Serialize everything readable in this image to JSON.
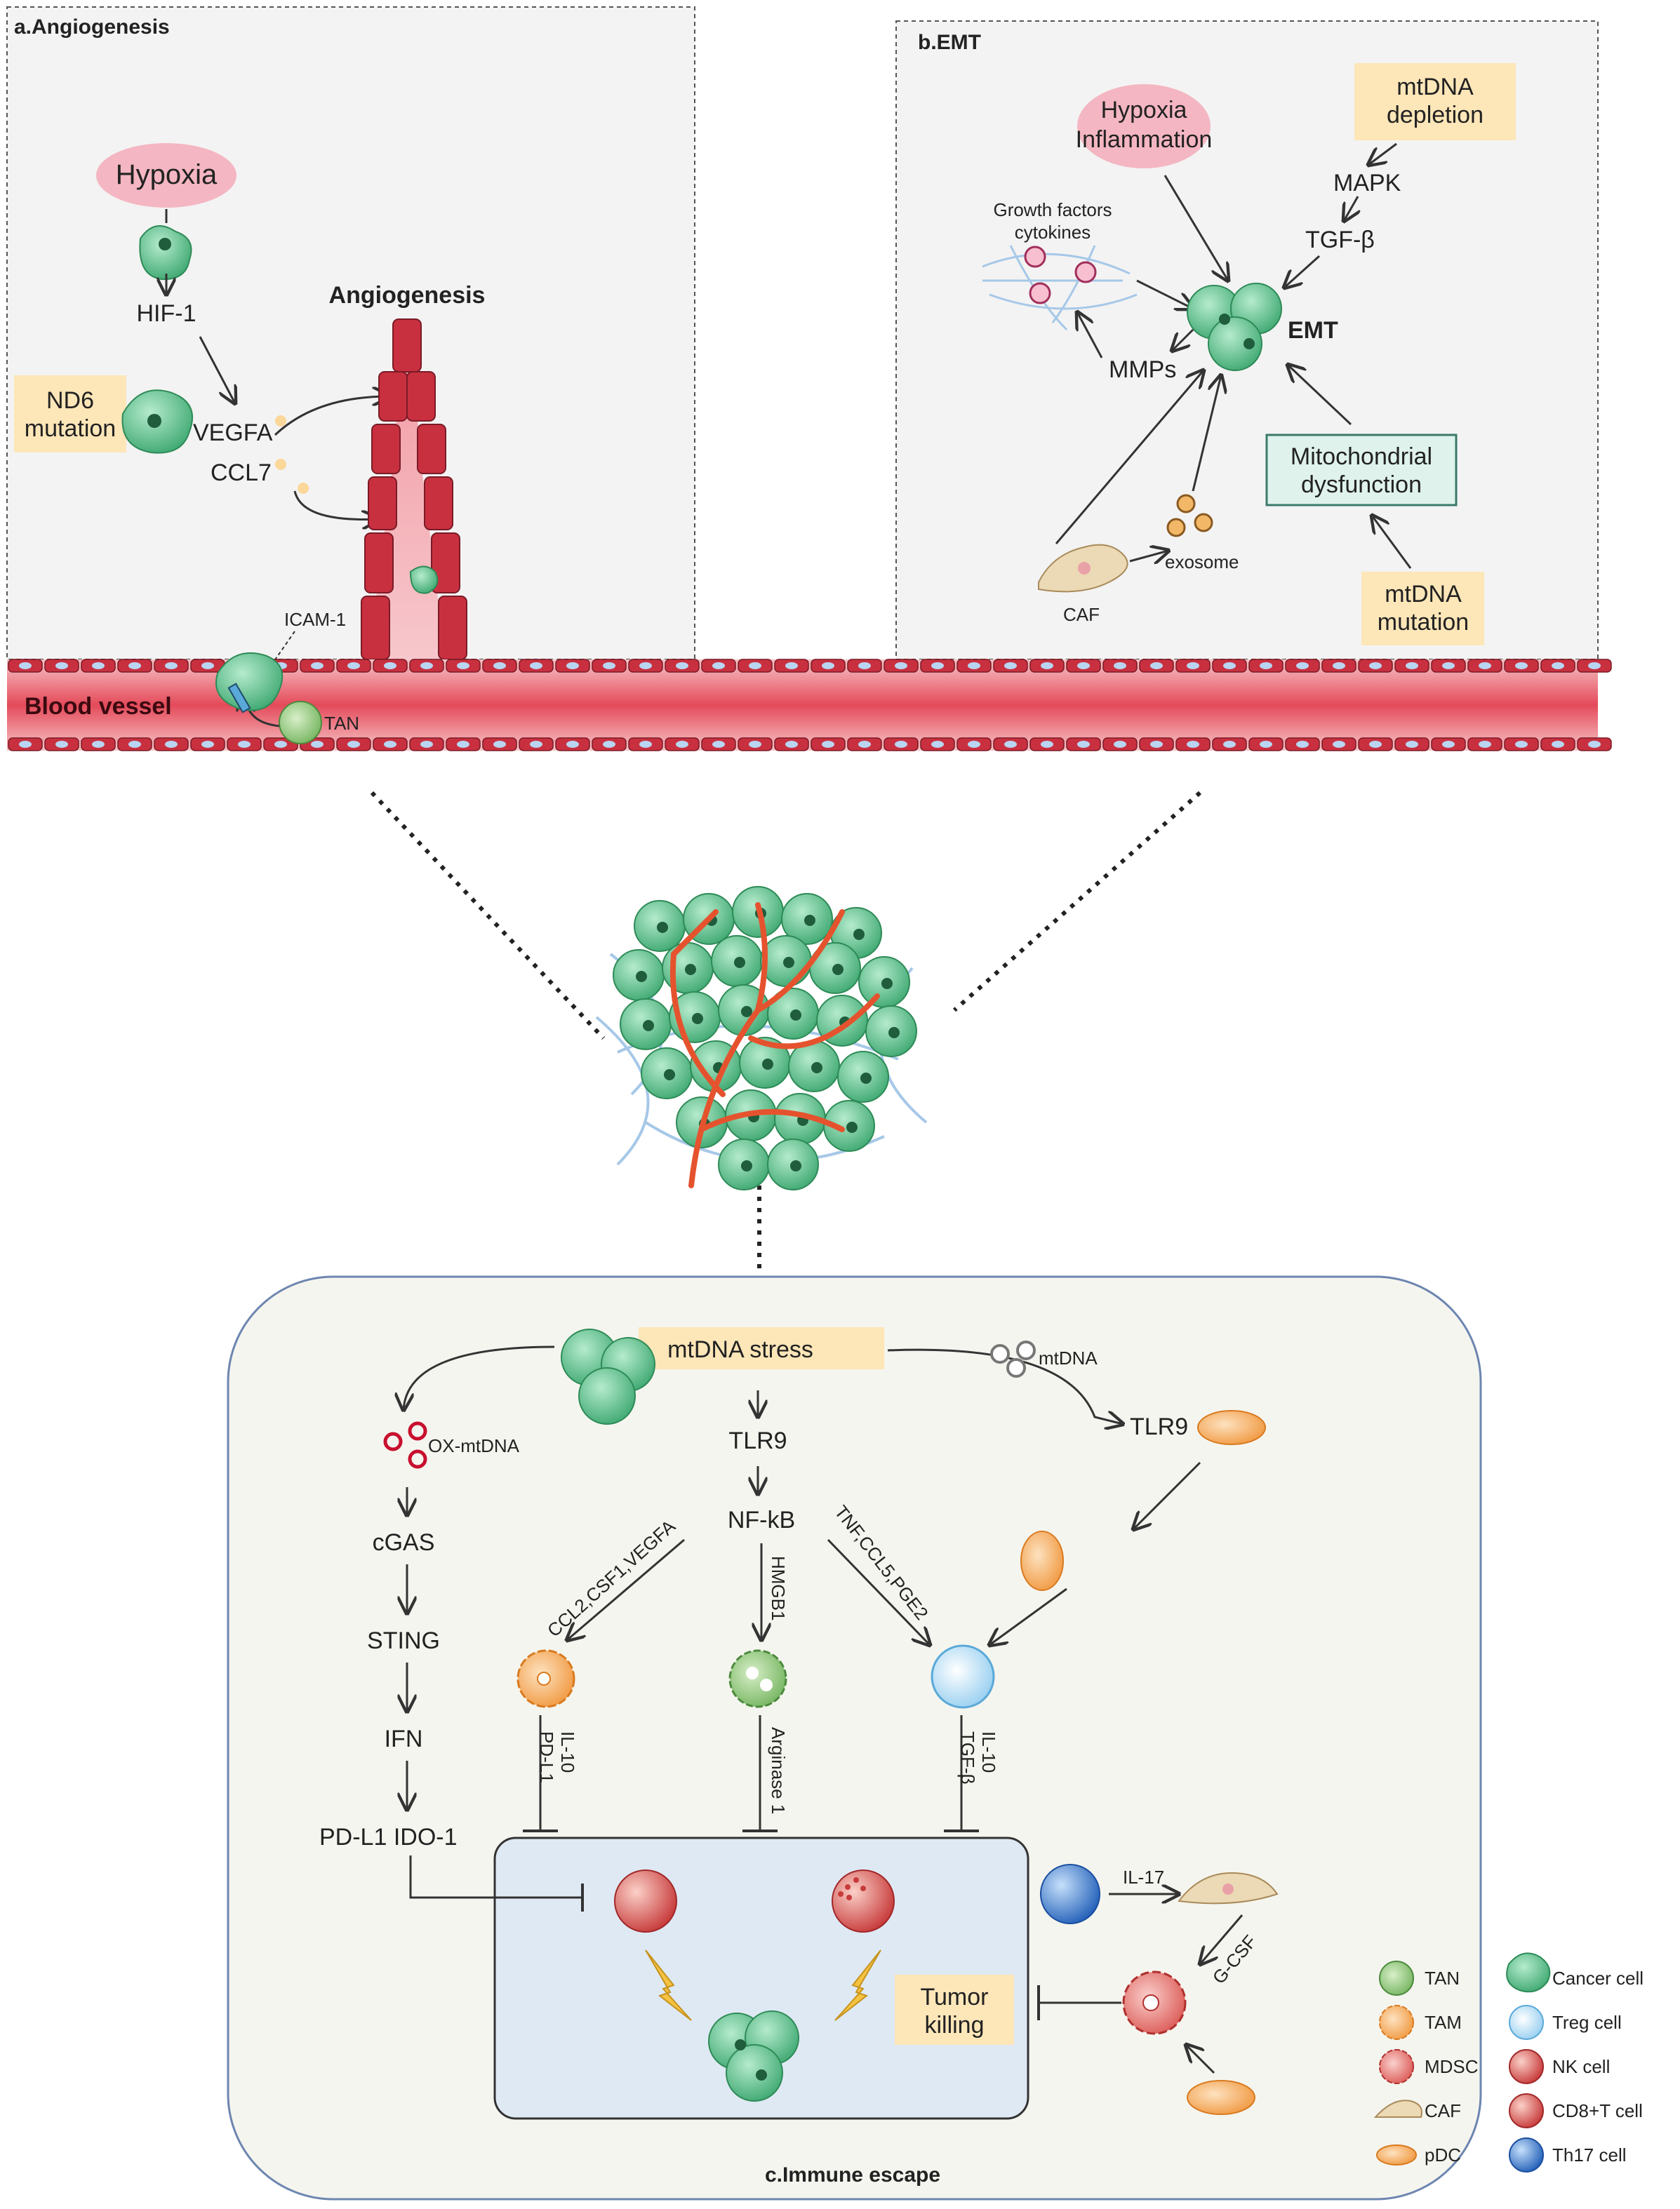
{
  "panels": {
    "a_title": "a.Angiogenesis",
    "b_title": "b.EMT",
    "c_title": "c.Immune escape"
  },
  "angiogenesis": {
    "hypoxia": "Hypoxia",
    "hif1": "HIF-1",
    "nd6_line1": "ND6",
    "nd6_line2": "mutation",
    "vegfa": "VEGFA",
    "ccl7": "CCL7",
    "angiogenesis_label": "Angiogenesis",
    "icam1": "ICAM-1",
    "tan": "TAN",
    "blood_vessel": "Blood vessel"
  },
  "emt": {
    "hypoxia_inflammation_line1": "Hypoxia",
    "hypoxia_inflammation_line2": "Inflammation",
    "mtdna_depletion_line1": "mtDNA",
    "mtdna_depletion_line2": "depletion",
    "mapk": "MAPK",
    "tgfb": "TGF-β",
    "growth_line1": "Growth factors",
    "growth_line2": "cytokines",
    "emt_label": "EMT",
    "mmps": "MMPs",
    "mito_line1": "Mitochondrial",
    "mito_line2": "dysfunction",
    "caf": "CAF",
    "exosome": "exosome",
    "mtdna_mutation_line1": "mtDNA",
    "mtdna_mutation_line2": "mutation"
  },
  "immune": {
    "mtdna_stress": "mtDNA stress",
    "mtdna": "mtDNA",
    "tlr9_center": "TLR9",
    "tlr9_right": "TLR9",
    "ox_mtdna": "OX-mtDNA",
    "cgas": "cGAS",
    "sting": "STING",
    "ifn": "IFN",
    "pdl1_ido1": "PD-L1  IDO-1",
    "nfkb": "NF-kB",
    "ccl2_label": "CCL2,CSF1,VEGFA",
    "hmgb1": "HMGB1",
    "tnf_label": "TNF,CCL5,PGE2",
    "il10_pdl1_a": "IL-10",
    "il10_pdl1_b": "PD-L1",
    "arginase": "Arginase 1",
    "il10_tgfb_a": "IL-10",
    "il10_tgfb_b": "TGF-β",
    "il17": "IL-17",
    "gcsf": "G-CSF",
    "tumor_killing_line1": "Tumor",
    "tumor_killing_line2": "killing"
  },
  "legend": {
    "items": [
      {
        "label": "TAN",
        "icon": "tan-icon"
      },
      {
        "label": "Cancer cell",
        "icon": "cancer-cell-icon"
      },
      {
        "label": "TAM",
        "icon": "tam-icon"
      },
      {
        "label": "Treg cell",
        "icon": "treg-cell-icon"
      },
      {
        "label": "MDSC",
        "icon": "mdsc-icon"
      },
      {
        "label": "NK cell",
        "icon": "nk-cell-icon"
      },
      {
        "label": "CAF",
        "icon": "caf-icon"
      },
      {
        "label": "CD8+T cell",
        "icon": "cd8-t-cell-icon"
      },
      {
        "label": "pDC",
        "icon": "pdc-icon"
      },
      {
        "label": "Th17 cell",
        "icon": "th17-cell-icon"
      }
    ]
  },
  "colors": {
    "cancer_green": "#5cbf8a",
    "vessel_red": "#e85b6b",
    "highlight_orange": "#fde6b8",
    "hypoxia_pink": "#f4b6c2",
    "mito_box": "#dff2ec",
    "immune_bg": "#f5f5ef",
    "inner_bg": "#dfe9f4"
  }
}
